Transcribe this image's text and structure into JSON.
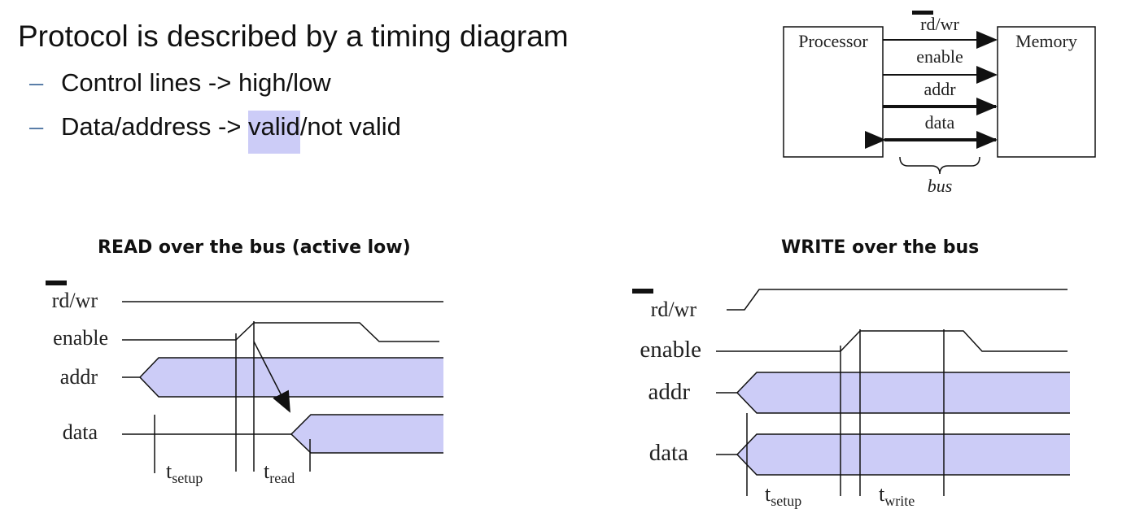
{
  "slide": {
    "title": "Protocol is described by a timing diagram",
    "bullets": [
      {
        "prefix": "Control lines -> high/low",
        "highlight": "",
        "suffix": ""
      },
      {
        "prefix": "Data/address -> ",
        "highlight": "valid",
        "suffix": "/not valid"
      }
    ]
  },
  "bus_diagram": {
    "processor_label": "Processor",
    "memory_label": "Memory",
    "signals": [
      "rd/wr",
      "enable",
      "addr",
      "data"
    ],
    "bus_label": "bus"
  },
  "read_diagram": {
    "title": "READ over the bus (active low)",
    "signals": [
      "rd/wr",
      "enable",
      "addr",
      "data"
    ],
    "t_setup": {
      "base": "t",
      "sub": "setup"
    },
    "t_read": {
      "base": "t",
      "sub": "read"
    }
  },
  "write_diagram": {
    "title": "WRITE over the bus",
    "signals": [
      "rd/wr",
      "enable",
      "addr",
      "data"
    ],
    "t_setup": {
      "base": "t",
      "sub": "setup"
    },
    "t_write": {
      "base": "t",
      "sub": "write"
    }
  },
  "colors": {
    "valid_fill": "#ccccf7",
    "highlight": "#ccccf7",
    "line": "#111111",
    "bullet_dash": "#5a7ea8"
  }
}
